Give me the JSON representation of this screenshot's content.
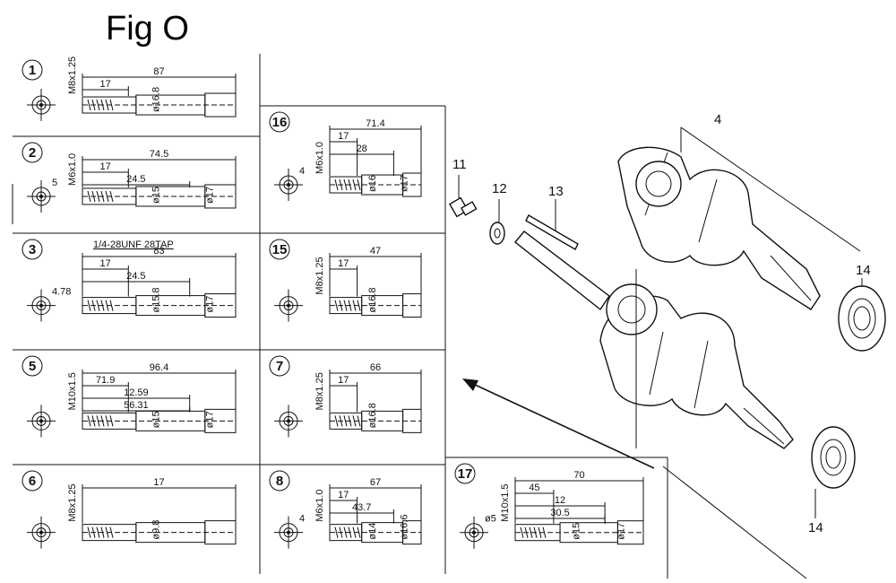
{
  "title": "Fig O",
  "panels": [
    {
      "id": "1",
      "thread": "M8x1.25",
      "dims": [
        "87",
        "17",
        "ø16.8"
      ]
    },
    {
      "id": "2",
      "thread": "M6x1.0",
      "side": "5",
      "dims": [
        "74.5",
        "17",
        "24.5",
        "ø15",
        "ø17"
      ]
    },
    {
      "id": "3",
      "note": "1/4-28UNF 28TAP",
      "side": "4.78",
      "dims": [
        "83",
        "17",
        "24.5",
        "ø15.8",
        "ø17"
      ]
    },
    {
      "id": "5",
      "thread": "M10x1.5",
      "dims": [
        "96.4",
        "71.9",
        "12.59",
        "56.31",
        "ø15",
        "ø17"
      ]
    },
    {
      "id": "6",
      "thread": "M8x1.25",
      "dims": [
        "17",
        "ø9.8"
      ]
    },
    {
      "id": "16",
      "thread": "M6x1.0",
      "side": "4",
      "dims": [
        "71.4",
        "17",
        "28",
        "ø16",
        "ø17"
      ]
    },
    {
      "id": "15",
      "thread": "M8x1.25",
      "dims": [
        "47",
        "17",
        "ø16.8"
      ]
    },
    {
      "id": "7",
      "thread": "M8x1.25",
      "dims": [
        "66",
        "17",
        "ø16.8"
      ]
    },
    {
      "id": "8",
      "thread": "M6x1.0",
      "side": "4",
      "dims": [
        "67",
        "17",
        "43.7",
        "ø14",
        "ø16.6"
      ]
    },
    {
      "id": "17",
      "thread": "M10x1.5",
      "side": "ø5",
      "dims": [
        "70",
        "45",
        "12",
        "30.5",
        "ø15",
        "ø17"
      ]
    }
  ],
  "callouts": [
    "4",
    "11",
    "12",
    "13",
    "14",
    "14"
  ]
}
